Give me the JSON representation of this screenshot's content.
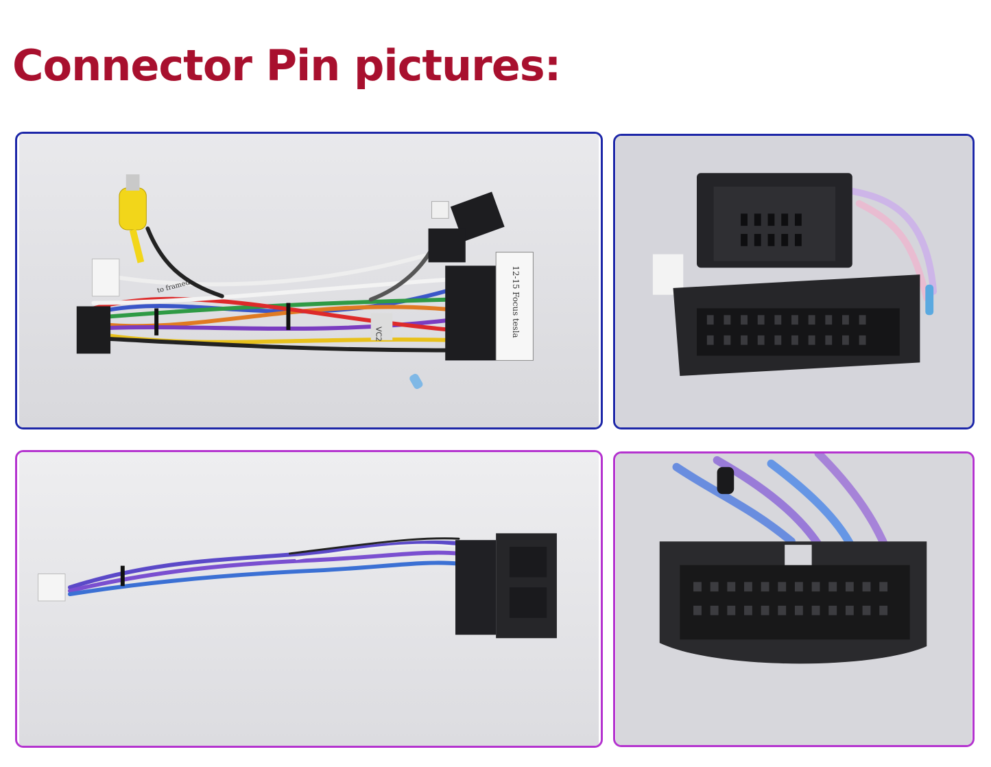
{
  "page": {
    "title": "Connector Pin pictures:"
  },
  "photos": {
    "harness_main": {
      "label_box_text": "12-15 Focus tesla",
      "wire_tag_a": "to framed",
      "wire_tag_b": "VC2"
    }
  },
  "colors": {
    "title": "#a8102e",
    "border_top": "#1d27a8",
    "border_bottom": "#b433cf"
  }
}
